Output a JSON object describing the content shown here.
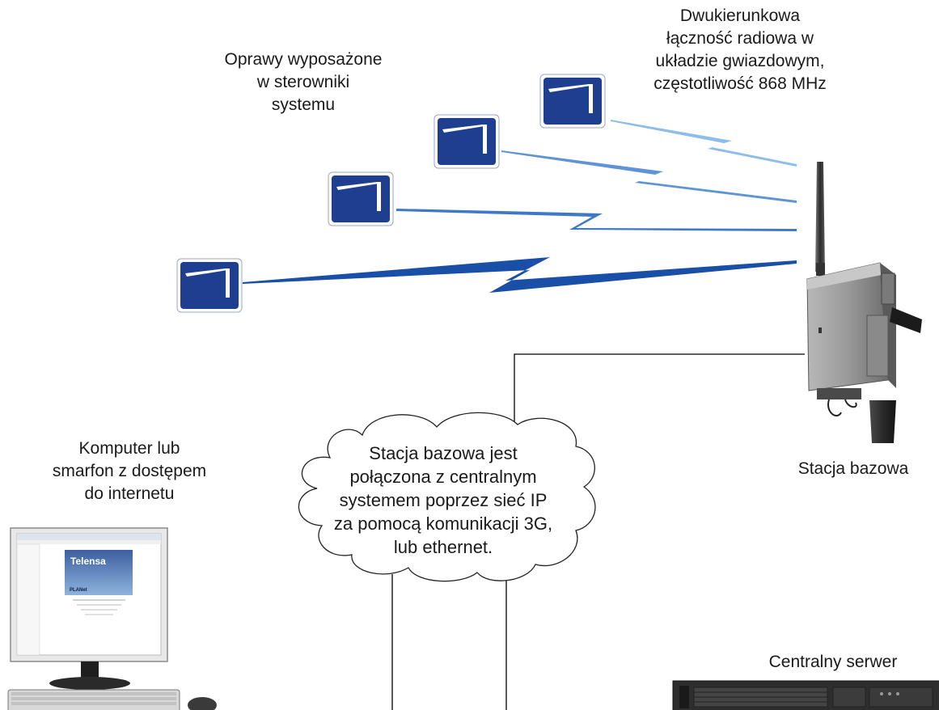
{
  "labels": {
    "fixtures": [
      "Oprawy wyposażone",
      "w sterowniki",
      "systemu"
    ],
    "radio": [
      "Dwukierunkowa",
      "łączność radiowa w",
      "układzie gwiazdowym,",
      "częstotliwość 868 MHz"
    ],
    "base_station": [
      "Stacja bazowa"
    ],
    "computer": [
      "Komputer lub",
      "smarfon z dostępem",
      "do internetu"
    ],
    "server": [
      "Centralny serwer"
    ],
    "cloud": [
      "Stacja bazowa jest",
      "połączona z centralnym",
      "systemem poprzez sieć IP",
      "za pomocą komunikacji 3G,",
      "lub ethernet."
    ]
  },
  "monitor_screen": {
    "brand": "Telensa",
    "product": "PLANet"
  },
  "colors": {
    "fixture_box": "#1e3f8f",
    "fixture_border": "#ffffff",
    "link_dark": "#1a4fa8",
    "link_mid": "#3f78c8",
    "link_light": "#7fb0e6",
    "connector_line": "#000000",
    "cabinet": "#8e8e8e"
  },
  "icons": {
    "fixture": "street-light-fixture-icon",
    "antenna": "antenna-icon",
    "base_station": "base-station-cabinet-icon",
    "computer": "desktop-computer-icon",
    "server": "rack-server-icon",
    "cloud": "network-cloud-icon"
  }
}
